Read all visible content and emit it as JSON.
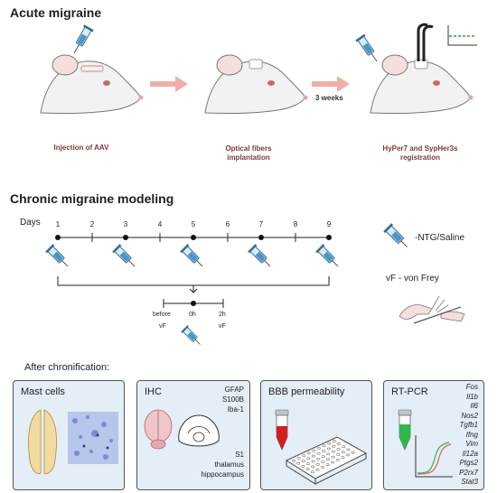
{
  "acute": {
    "title": "Acute migraine",
    "caption1": "Injection of AAV",
    "caption2_l1": "Optical fibers",
    "caption2_l2": "implantation",
    "interval": "3 weeks",
    "caption3_l1": "HyPer7 and SypHer3s",
    "caption3_l2": "registration"
  },
  "chronic": {
    "title": "Chronic migraine modeling",
    "days_label": "Days",
    "days": [
      "1",
      "2",
      "3",
      "4",
      "5",
      "6",
      "7",
      "8",
      "9"
    ],
    "legend_ntg": "-NTG/Saline",
    "legend_vf": "vF - von Frey",
    "sub_before": "before",
    "sub_0h": "0h",
    "sub_2h": "2h",
    "sub_vf1": "vF",
    "sub_vf2": "vF"
  },
  "after": {
    "title": "After chronification:",
    "mast": {
      "title": "Mast cells"
    },
    "ihc": {
      "title": "IHC",
      "markers": [
        "GFAP",
        "S100B",
        "Iba-1"
      ],
      "regions": [
        "S1",
        "thalamus",
        "hippocampus"
      ]
    },
    "bbb": {
      "title": "BBB permeability"
    },
    "rtpcr": {
      "title": "RT-PCR",
      "genes": [
        "Fos",
        "Il1b",
        "Il6",
        "Nos2",
        "Tgfb1",
        "Ifng",
        "Vim",
        "Il12a",
        "Ptgs2",
        "P2rx7",
        "Stat3"
      ]
    }
  },
  "colors": {
    "arrow": "#eeb0a8",
    "caption": "#7a3b3b",
    "panel": "#e4eef6",
    "syringe": "#4a95c8",
    "trace": "#2e9e4a"
  }
}
